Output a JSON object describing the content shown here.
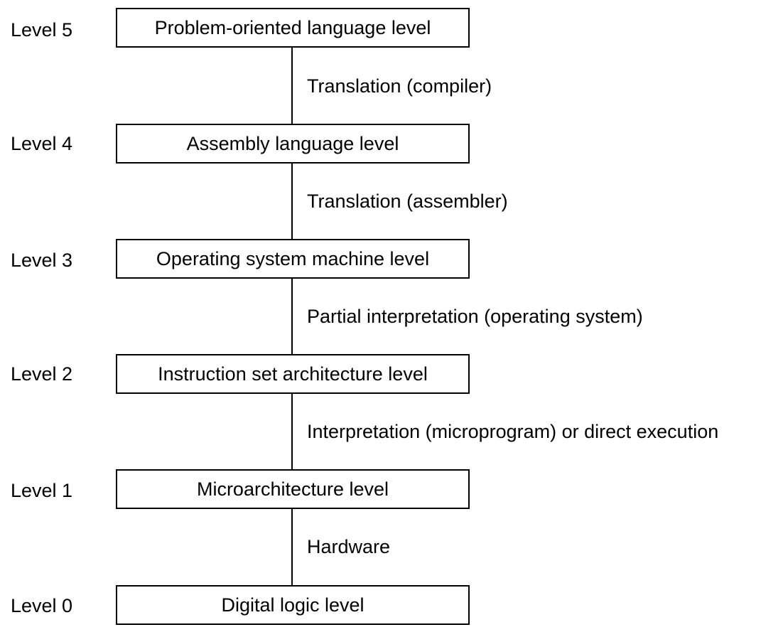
{
  "levels": [
    {
      "level": "Level 5",
      "name": "Problem-oriented language level"
    },
    {
      "level": "Level 4",
      "name": "Assembly language level"
    },
    {
      "level": "Level 3",
      "name": "Operating system machine level"
    },
    {
      "level": "Level 2",
      "name": "Instruction set architecture level"
    },
    {
      "level": "Level 1",
      "name": "Microarchitecture level"
    },
    {
      "level": "Level 0",
      "name": "Digital logic level"
    }
  ],
  "transitions": [
    "Translation (compiler)",
    "Translation (assembler)",
    "Partial interpretation (operating system)",
    "Interpretation (microprogram) or direct execution",
    "Hardware"
  ]
}
